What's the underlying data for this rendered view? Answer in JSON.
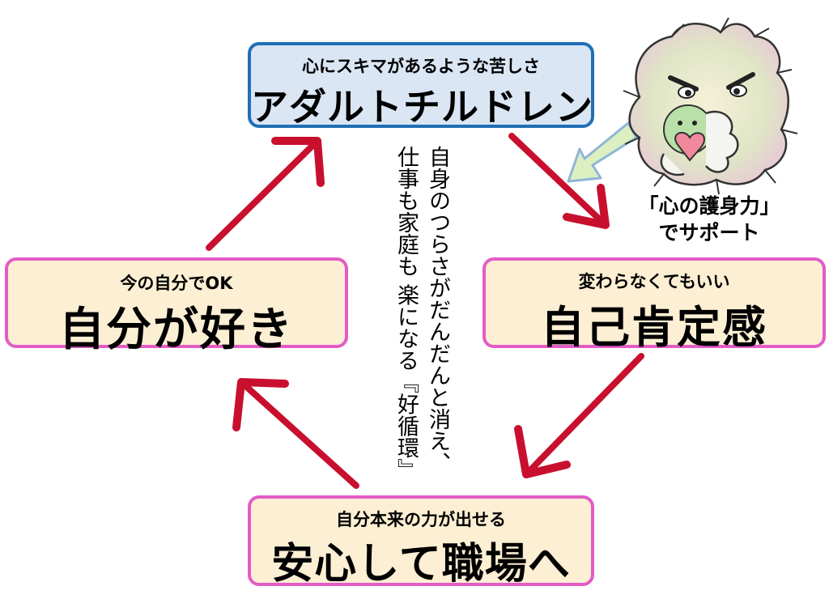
{
  "cycle": {
    "top": {
      "sub": "心にスキマがあるような苦しさ",
      "main": "アダルトチルドレン"
    },
    "right": {
      "sub": "変わらなくてもいい",
      "main": "自己肯定感"
    },
    "bottom": {
      "sub": "自分本来の力が出せる",
      "main": "安心して職場へ"
    },
    "left": {
      "sub": "今の自分でOK",
      "main": "自分が好き"
    }
  },
  "center_text": {
    "line1": "自身のつらさがだんだんと消え、",
    "line2": "仕事も家庭も 楽になる『好循環』"
  },
  "callout": {
    "line1": "「心の護身力」",
    "line2": "でサポート"
  },
  "colors": {
    "arrow_red": "#c8102e",
    "top_box_fill": "#dbe6f4",
    "top_box_border": "#1f6fb5",
    "box_fill": "#fcefd3",
    "box_border": "#e35cc6",
    "support_arrow_fill": "#dcefc0",
    "support_arrow_border": "#8fb5d8"
  },
  "illustration": {
    "icon": "guardian-creature-hugging-heart-icon"
  }
}
